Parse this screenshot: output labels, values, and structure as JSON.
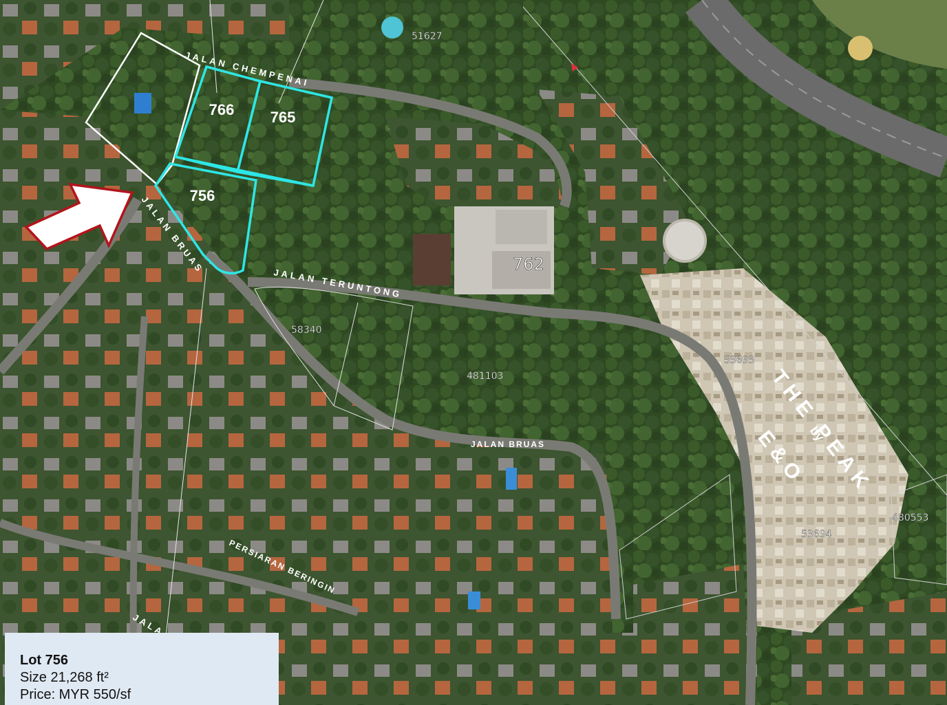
{
  "lots": [
    {
      "id": "lot-766",
      "label": "766"
    },
    {
      "id": "lot-765",
      "label": "765"
    },
    {
      "id": "lot-756",
      "label": "756"
    }
  ],
  "streets": {
    "jalan_chempenai": "JALAN CHEMPENAI",
    "jalan_bruas_left": "JALAN BRUAS",
    "jalan_teruntong": "JALAN TERUNTONG",
    "jalan_bruas_curve": "JALAN BRUAS",
    "persiaran_beringin": "PERSIARAN BERINGIN",
    "jala_partial": "JALA"
  },
  "cadastral_numbers": {
    "c51627": "51627",
    "c762": "762",
    "c58340": "58340",
    "c481103": "481103",
    "c53693": "53693",
    "c53694": "53694",
    "c480553": "480553"
  },
  "development": {
    "name": "THE PEAK",
    "by": "by",
    "developer": "E&O"
  },
  "info_box": {
    "title": "Lot 756",
    "size": "Size 21,268 ft²",
    "price": "Price: MYR 550/sf"
  },
  "colors": {
    "lot_outline": "#2ee6e6",
    "context_outline": "#ffffff",
    "arrow_fill": "#ffffff",
    "arrow_stroke": "#b3141c",
    "info_bg": "#dfe9f3"
  }
}
